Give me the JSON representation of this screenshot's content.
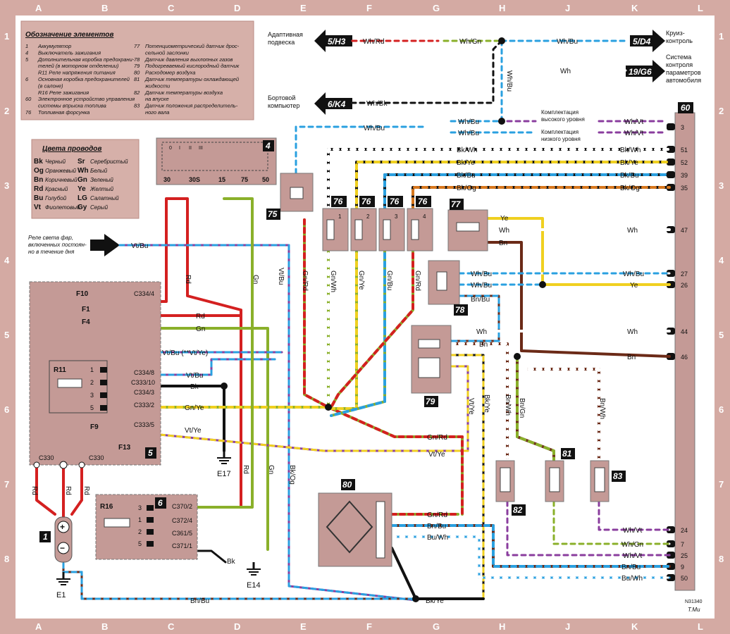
{
  "rulers": {
    "cols": [
      "A",
      "B",
      "C",
      "D",
      "E",
      "F",
      "G",
      "H",
      "J",
      "K",
      "L"
    ],
    "rows": [
      "1",
      "2",
      "3",
      "4",
      "5",
      "6",
      "7",
      "8"
    ]
  },
  "legend": {
    "title": "Обозначение элементов",
    "items_left": [
      {
        "n": "1",
        "t": "Аккумулятор"
      },
      {
        "n": "4",
        "t": "Выключатель зажигания"
      },
      {
        "n": "5",
        "t": "Дополнительная коробка предохрани-"
      },
      {
        "n": "",
        "t": "телей (в моторном отделении)"
      },
      {
        "n": "",
        "t": "R11  Реле напряжения питания"
      },
      {
        "n": "6",
        "t": "Основная коробка предохранителей"
      },
      {
        "n": "",
        "t": "(в салоне)"
      },
      {
        "n": "",
        "t": "R16  Реле зажигания"
      },
      {
        "n": "60",
        "t": "Электронное устройство управления"
      },
      {
        "n": "",
        "t": "системы впрыска топлива"
      },
      {
        "n": "76",
        "t": "Топливная форсунка"
      }
    ],
    "items_right": [
      {
        "n": "77",
        "t": "Потенциометрический датчик дрос-"
      },
      {
        "n": "",
        "t": "сельной заслонки"
      },
      {
        "n": "78",
        "t": "Датчик давления выхлопных газов"
      },
      {
        "n": "79",
        "t": "Подогреваемый кислородный датчик"
      },
      {
        "n": "80",
        "t": "Расходомер воздуха"
      },
      {
        "n": "81",
        "t": "Датчик температуры охлаждающей"
      },
      {
        "n": "",
        "t": "жидкости"
      },
      {
        "n": "82",
        "t": "Датчик температуры воздуха"
      },
      {
        "n": "",
        "t": "на впуске"
      },
      {
        "n": "83",
        "t": "Датчик положения распределитель-"
      },
      {
        "n": "",
        "t": "ного вала"
      }
    ]
  },
  "wire_colors": {
    "title": "Цвета проводов",
    "left": [
      {
        "c": "Bk",
        "t": "Черный"
      },
      {
        "c": "Og",
        "t": "Оранжевый"
      },
      {
        "c": "Bn",
        "t": "Коричневый"
      },
      {
        "c": "Rd",
        "t": "Красный"
      },
      {
        "c": "Bu",
        "t": "Голубой"
      },
      {
        "c": "Vt",
        "t": "Фиолетовый"
      }
    ],
    "right": [
      {
        "c": "Sr",
        "t": "Серебристый"
      },
      {
        "c": "Wh",
        "t": "Белый"
      },
      {
        "c": "Gn",
        "t": "Зеленый"
      },
      {
        "c": "Ye",
        "t": "Желтый"
      },
      {
        "c": "LG",
        "t": "Салатный"
      },
      {
        "c": "Gy",
        "t": "Серый"
      }
    ]
  },
  "palette": {
    "Bk": "#111111",
    "Rd": "#d42020",
    "Bn": "#6b2a17",
    "Bu": "#2aa0e0",
    "Vt": "#8a3d9e",
    "Gn": "#8ab02a",
    "Ye": "#f0d020",
    "Wh": "#ffffff",
    "Og": "#d8781e"
  },
  "top": {
    "adaptive_line1": "Адаптивная",
    "adaptive_line2": "подвеска",
    "ref_5h3": "5/H3",
    "cruise_line1": "Круиз-",
    "cruise_line2": "контроль",
    "ref_5d4": "5/D4",
    "sys_line1": "Система",
    "sys_line2": "контроля",
    "sys_line3": "параметров",
    "sys_line4": "автомобиля",
    "ref_19g6": "19/G6",
    "board_line1": "Бортовой",
    "board_line2": "компьютер",
    "ref_6k4": "6/K4",
    "high_line1": "Комплектация",
    "high_line2": "высокого уровня",
    "low_line1": "Комплектация",
    "low_line2": "низкого уровня",
    "relay_line1": "Реле света фар,",
    "relay_line2": "включенных постоян-",
    "relay_line3": "но в течение дня"
  },
  "wires": {
    "whrd": "Wh/Rd",
    "whgn": "Wh/Gn",
    "whbu": "Wh/Bu",
    "wh": "Wh",
    "whbk": "Wh/Bk",
    "whvt": "Wh/Vt",
    "bkwh": "Bk/Wh",
    "bkye": "Bk/Ye",
    "bkbu": "Bk/Bu",
    "bkog": "Bk/Og",
    "ye": "Ye",
    "bn": "Bn",
    "bnbu": "Bn/Bu",
    "buwh": "Bu/Wh",
    "gnrd": "Gn/Rd",
    "gnwh": "Gn/Wh",
    "gnye": "Gn/Ye",
    "gnbu": "Gn/Bu",
    "vtbu": "Vt/Bu",
    "vtye": "Vt/Ye",
    "vtbu_alt": "Vt/Bu (**Vt/Ye)",
    "rd": "Rd",
    "gn": "Gn",
    "bk": "Bk",
    "bnwh": "Bn/Wh",
    "bngn": "Bn/Gn"
  },
  "components": {
    "c1": "1",
    "c4": "4",
    "c5": "5",
    "c6": "6",
    "c60": "60",
    "c75": "75",
    "c76": "76",
    "c77": "77",
    "c78": "78",
    "c79": "79",
    "c80": "80",
    "c81": "81",
    "c82": "82",
    "c83": "83",
    "r11": "R11",
    "r16": "R16",
    "f10": "F10",
    "f1": "F1",
    "f4": "F4",
    "f9": "F9",
    "f13": "F13",
    "e1": "E1",
    "e14": "E14",
    "e17": "E17"
  },
  "switch_terms": [
    "30",
    "30S",
    "15",
    "75",
    "50"
  ],
  "switch_top": [
    "0",
    "I",
    "II",
    "III"
  ],
  "connectors": {
    "c334_4": "C334/4",
    "c334_8": "C334/8",
    "c333_10": "C333/10",
    "c334_3": "C334/3",
    "c333_2": "C333/2",
    "c333_5": "C333/5",
    "c330": "C330",
    "c370_2": "C370/2",
    "c372_4": "C372/4",
    "c361_5": "C361/5",
    "c371_1": "C371/1"
  },
  "injector_nums": [
    "1",
    "2",
    "3",
    "4"
  ],
  "pins60": [
    "3",
    "51",
    "52",
    "39",
    "35",
    "47",
    "27",
    "26",
    "44",
    "46",
    "24",
    "7",
    "25",
    "9",
    "50"
  ],
  "relay_pins": [
    "1",
    "2",
    "3",
    "5"
  ],
  "relay16_pins": [
    "3",
    "1",
    "2",
    "5"
  ],
  "battery": {
    "plus": "+",
    "minus": "−"
  },
  "footer": {
    "code": "N31340",
    "sign": "Т.Ми"
  }
}
